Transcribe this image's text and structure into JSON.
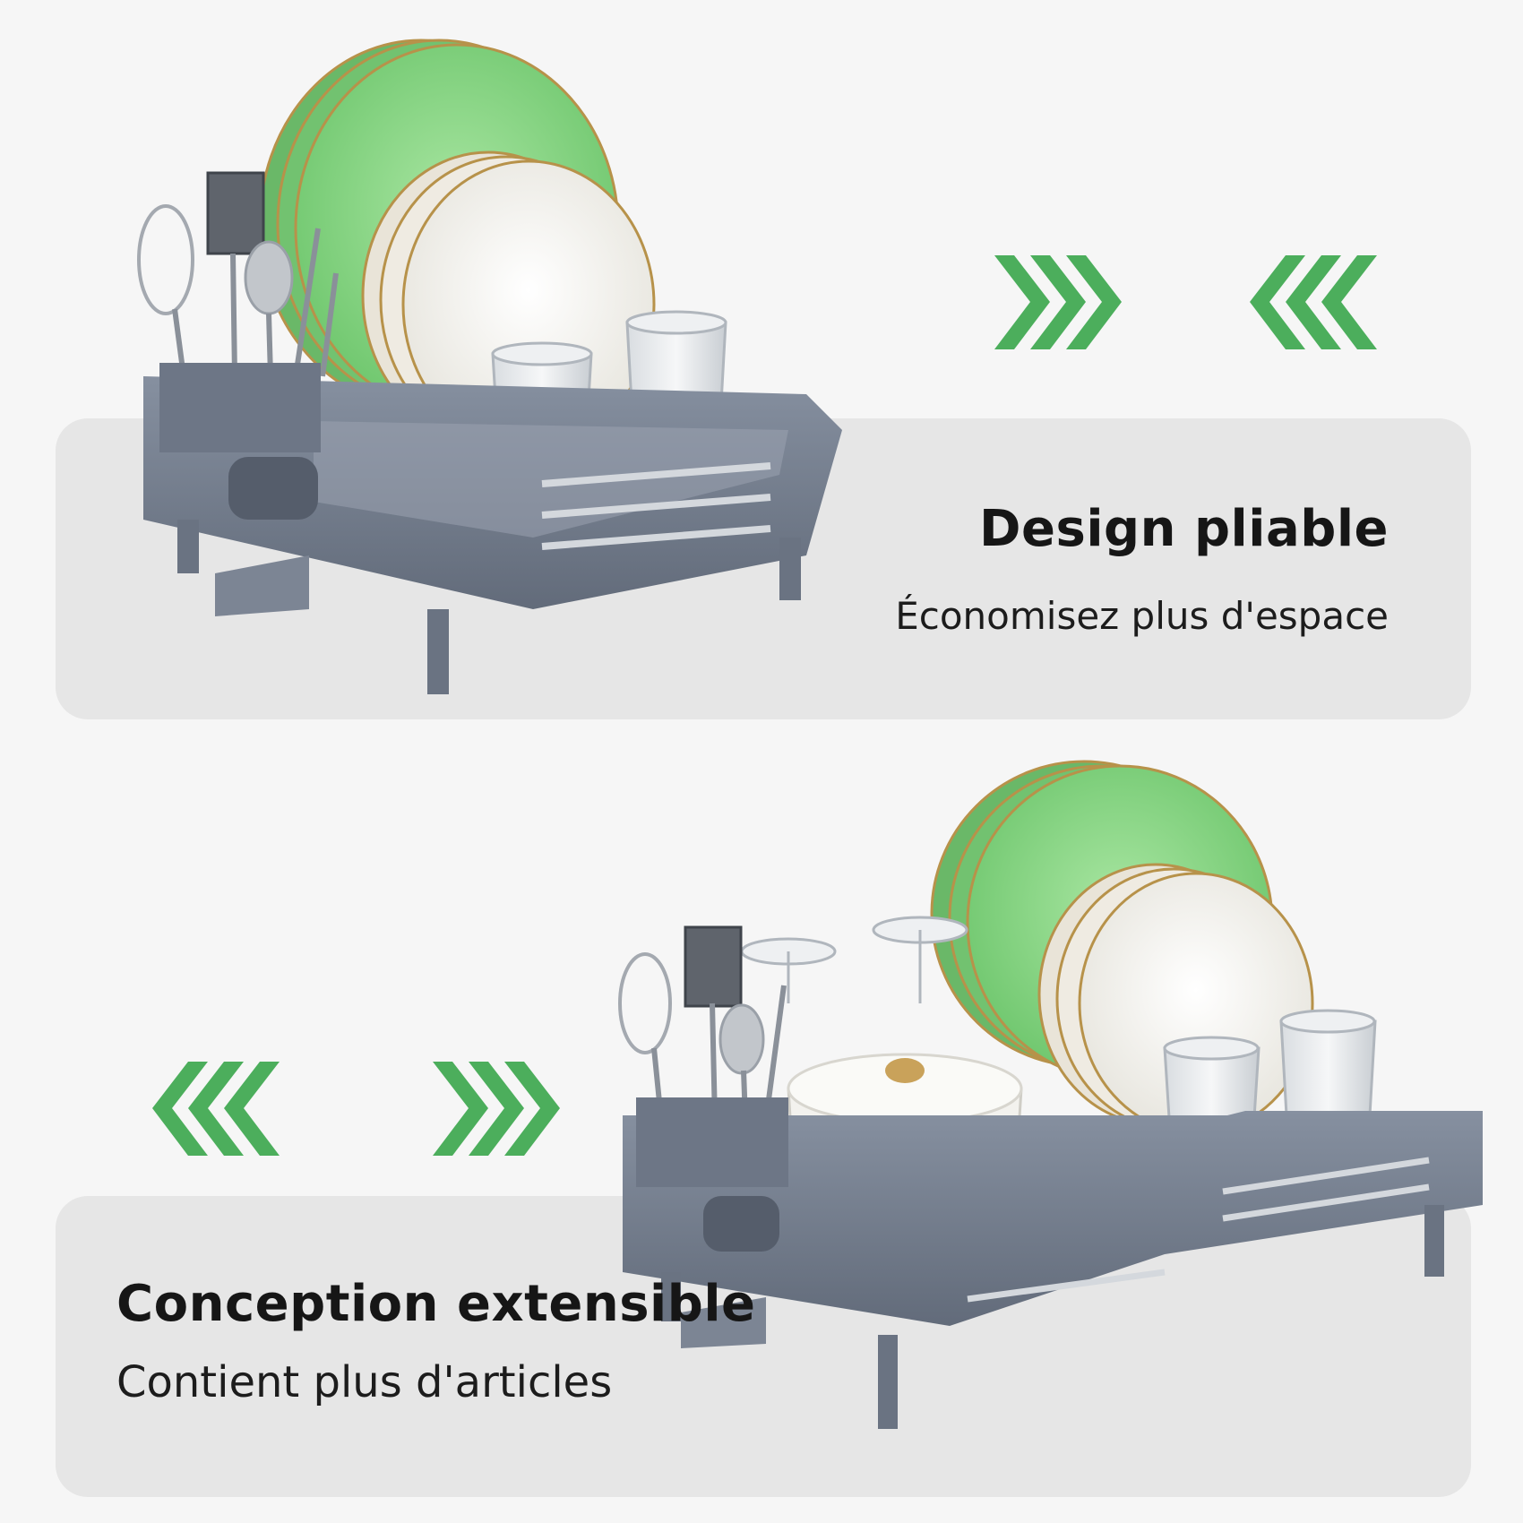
{
  "sections": [
    {
      "title": "Design pliable",
      "subtitle": "Économisez plus d'espace",
      "arrows": [
        "chevrons-right-icon",
        "chevrons-left-icon"
      ]
    },
    {
      "title": "Conception extensible",
      "subtitle": "Contient plus d'articles",
      "arrows": [
        "chevrons-left-icon",
        "chevrons-right-icon"
      ]
    }
  ],
  "colors": {
    "background": "#f6f6f6",
    "panel": "#e6e6e6",
    "arrow_green": "#4cae5c",
    "rack_gray": "#747e8e",
    "plate_green": "#8fd78a",
    "plate_white": "#f7f7f4",
    "title_text": "#161616"
  }
}
